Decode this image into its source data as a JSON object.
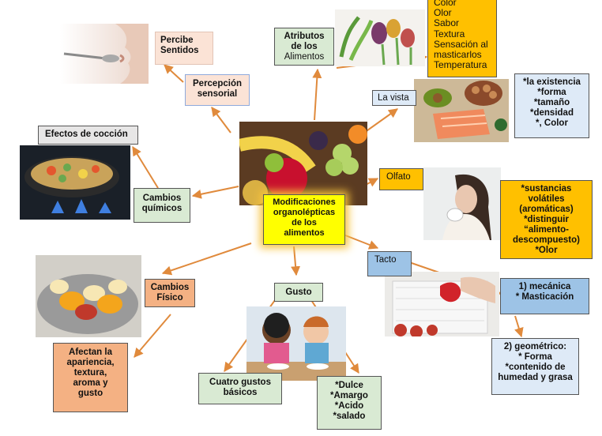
{
  "central": {
    "lines": [
      "Modificaciones",
      "organolépticas",
      "de los",
      "alimentos"
    ]
  },
  "nodes": {
    "percibe": {
      "lines": [
        "Percibe",
        "Sentidos"
      ]
    },
    "percepcion": {
      "lines": [
        "Percepción",
        "sensorial"
      ]
    },
    "atributos": {
      "lines": [
        "Atributos",
        "de los",
        "Alimentos"
      ]
    },
    "atributos_list": {
      "lines": [
        "Color",
        "Olor",
        "Sabor",
        "Textura",
        "Sensación al",
        "masticarlos",
        "Temperatura"
      ]
    },
    "vista": {
      "label": "La vista"
    },
    "vista_list": {
      "lines": [
        "*la existencia",
        "*forma",
        "*tamaño",
        "*densidad",
        "*, Color"
      ]
    },
    "efectos": {
      "label": "Efectos de cocción"
    },
    "cambios_quimicos": {
      "lines": [
        "Cambios",
        "químicos"
      ]
    },
    "olfato": {
      "label": "Olfato"
    },
    "olfato_list": {
      "lines": [
        "*sustancias",
        "volátiles",
        "(aromáticas)",
        "*distinguir",
        "“alimento-",
        "descompuesto)",
        "*Olor"
      ]
    },
    "tacto": {
      "label": "Tacto"
    },
    "mecanica": {
      "lines": [
        "1) mecánica",
        "* Masticación"
      ]
    },
    "geometrico": {
      "lines": [
        "2) geométrico:",
        "* Forma",
        "*contenido de",
        "humedad y grasa"
      ]
    },
    "cambios_fisico": {
      "lines": [
        "Cambios",
        "Físico"
      ]
    },
    "afectan": {
      "lines": [
        "Afectan la",
        "apariencia,",
        "textura,",
        "aroma y",
        "gusto"
      ]
    },
    "gusto": {
      "label": "Gusto"
    },
    "cuatro": {
      "lines": [
        "Cuatro gustos",
        "básicos"
      ]
    },
    "sabores": {
      "lines": [
        "*Dulce",
        "*Amargo",
        "*Acido",
        "*salado"
      ]
    }
  },
  "colors": {
    "arrow": "#e08a3c",
    "central_fill": "#ffff00",
    "peach": "#fbe3d6",
    "light_green": "#d9ead3",
    "gold": "#ffc000",
    "light_blue": "#deeaf7",
    "blue": "#9dc3e6",
    "salmon": "#f4b183",
    "gray": "#e7e6e6"
  }
}
